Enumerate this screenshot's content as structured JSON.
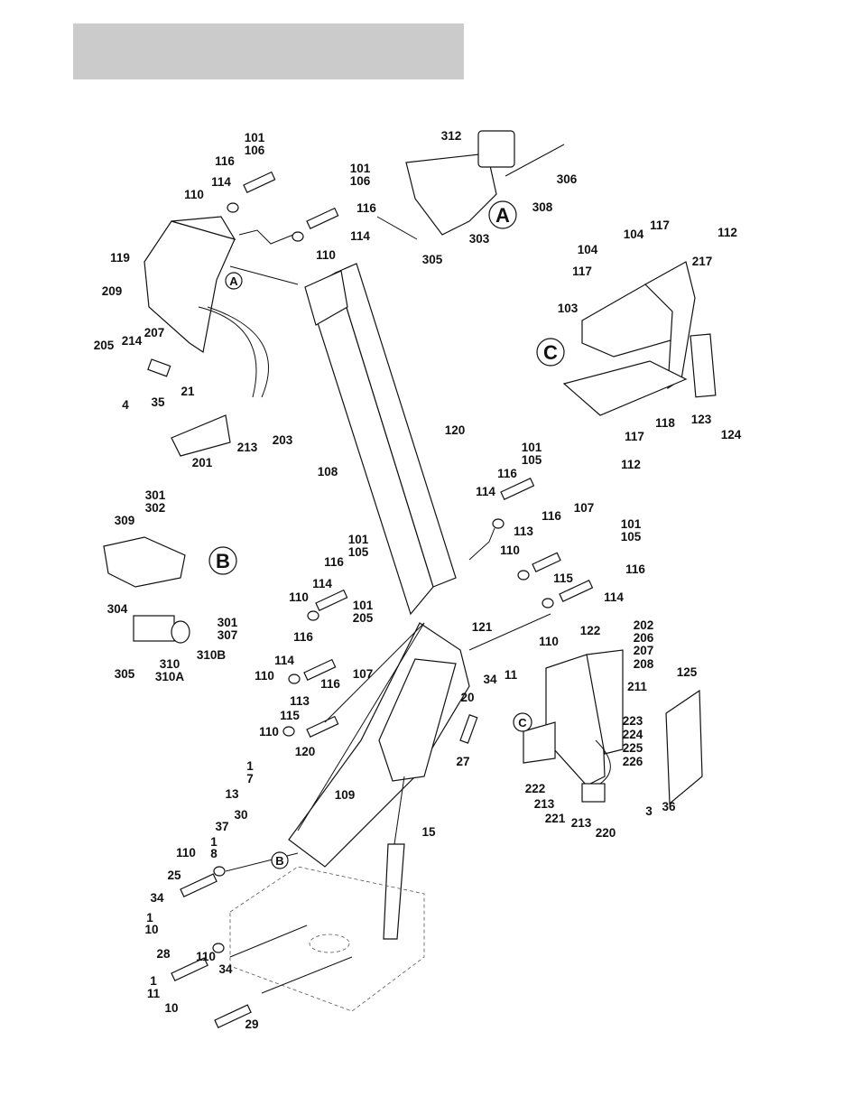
{
  "header": {
    "title": ""
  },
  "callouts": [
    "101",
    "106",
    "116",
    "114",
    "110",
    "101",
    "106",
    "116",
    "114",
    "110",
    "312",
    "306",
    "308",
    "303",
    "305",
    "119",
    "209",
    "205",
    "214",
    "207",
    "4",
    "35",
    "21",
    "213",
    "203",
    "201",
    "117",
    "104",
    "104",
    "117",
    "112",
    "217",
    "103",
    "118",
    "117",
    "112",
    "123",
    "124",
    "120",
    "108",
    "101",
    "105",
    "116",
    "114",
    "107",
    "116",
    "113",
    "110",
    "115",
    "101",
    "105",
    "116",
    "114",
    "301",
    "302",
    "309",
    "304",
    "301",
    "307",
    "305",
    "310",
    "310A",
    "310B",
    "101",
    "105",
    "116",
    "114",
    "110",
    "101",
    "205",
    "116",
    "121",
    "114",
    "110",
    "116",
    "107",
    "113",
    "115",
    "110",
    "120",
    "110",
    "122",
    "202",
    "206",
    "207",
    "208",
    "125",
    "211",
    "34",
    "11",
    "20",
    "27",
    "223",
    "224",
    "225",
    "226",
    "1",
    "7",
    "13",
    "109",
    "30",
    "37",
    "1",
    "8",
    "15",
    "110",
    "25",
    "34",
    "1",
    "10",
    "110",
    "28",
    "34",
    "1",
    "11",
    "10",
    "29",
    "222",
    "213",
    "221",
    "213",
    "220",
    "3",
    "36"
  ],
  "view_markers": [
    "A",
    "A",
    "C",
    "B",
    "C",
    "B"
  ]
}
